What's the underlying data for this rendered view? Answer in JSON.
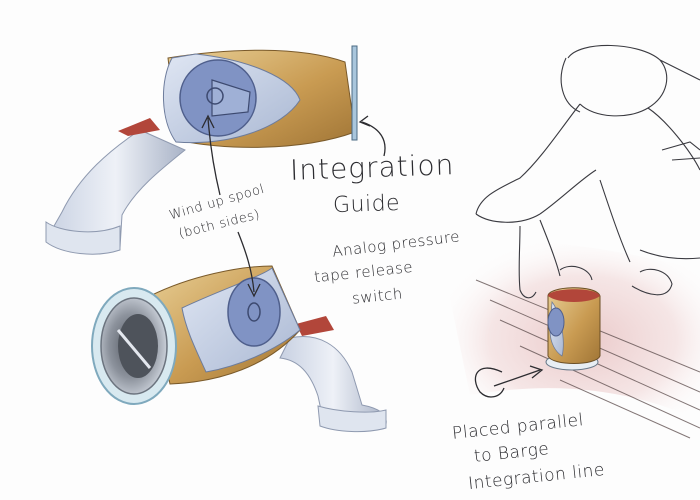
{
  "labels": {
    "integration_guide_line1": "Integration",
    "integration_guide_line2": "Guide",
    "spool_line1": "Wind up spool",
    "spool_line2": "(both sides)",
    "switch_line1": "Analog pressure",
    "switch_line2": "tape release",
    "switch_line3": "switch",
    "placed_line1": "Placed parallel",
    "placed_line2": "to Barge",
    "placed_line3": "Integration line"
  },
  "colors": {
    "body_gold": "#c9a15f",
    "body_blue_grey": "#b9c8e0",
    "spool_blue": "#7f95c7",
    "accent_red": "#b2463a",
    "floor_pink": "#e8c4c4",
    "sketch_line": "#3a3a40"
  }
}
